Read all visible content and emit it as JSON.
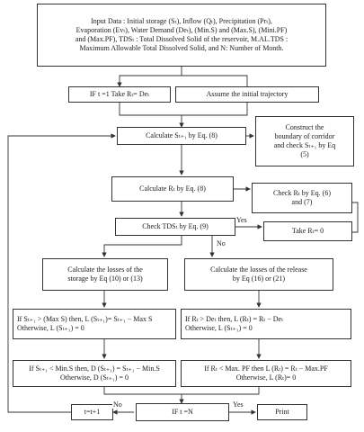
{
  "nodes": {
    "input": {
      "lines": [
        "Input Data : Initial storage (Sₜ), Inflow (Qₜ), Precipitation (Prₜ),",
        "Evaporation (Evₜ), Water Demand (Deₜ), (Min.S) and (Max.S), (Mini.PF)",
        "and (Max.PF), TDSₜ : Total Dissolved Solid of the reservoir, M.AL.TDS :",
        "Maximum Allowable Total Dissolved Solid, and N: Number of Month."
      ]
    },
    "if_t1": {
      "lines": [
        "IF t =1 Take Rₜ= Deₜ"
      ]
    },
    "assume": {
      "lines": [
        "Assume the initial trajectory"
      ]
    },
    "calc_s": {
      "lines": [
        "Calculate Sₜ₊₁ by Eq. (8)"
      ]
    },
    "corridor": {
      "lines": [
        "Construct the",
        "boundary of corridor",
        "and check Sₜ₊₁ by Eq",
        "(5)"
      ]
    },
    "calc_r": {
      "lines": [
        "Calculate  Rₜ by Eq. (8)"
      ]
    },
    "check_r": {
      "lines": [
        "Check  Rₜ by Eq. (6)",
        "and (7)"
      ]
    },
    "check_tds": {
      "lines": [
        "Check TDSₜ by Eq. (9)"
      ]
    },
    "take_r0": {
      "lines": [
        "Take Rₜ= 0"
      ]
    },
    "loss_storage": {
      "lines": [
        "Calculate the losses of the",
        "storage by Eq (10) or (13)"
      ]
    },
    "loss_release": {
      "lines": [
        "Calculate the losses of the release",
        "by Eq (16) or (21)"
      ]
    },
    "if_smax": {
      "lines": [
        "If  Sₜ₊₁ > (Max S) then, L (Sₜ₊₁)= Sₜ₊₁ − Max S",
        "Otherwise, L (Sₜ₊₁) = 0"
      ]
    },
    "if_rde": {
      "lines": [
        "If  Rₜ > Deₜ then, L (Rₜ) = Rₜ − Deₜ",
        "Otherwise, L (Sₜ₊₁) = 0"
      ]
    },
    "if_smin": {
      "lines": [
        "If  Sₜ₊₁ < Min.S then, D (Sₜ₊₁) = Sₜ₊₁ − Min.S",
        "Otherwise, D (Sₜ₊₁) = 0"
      ]
    },
    "if_rpf": {
      "lines": [
        "If  Rₜ < Max. PF then L (Rₜ) = Rₜ − Max.PF",
        "Otherwise, L (Rₜ)= 0"
      ]
    },
    "t_inc": {
      "lines": [
        "t=t+1"
      ]
    },
    "if_tn": {
      "lines": [
        "IF t =N"
      ]
    },
    "print": {
      "lines": [
        "Print"
      ]
    }
  },
  "edge_labels": {
    "yes_tds": "Yes",
    "no_tds": "No",
    "no_tn": "No",
    "yes_tn": "Yes"
  }
}
